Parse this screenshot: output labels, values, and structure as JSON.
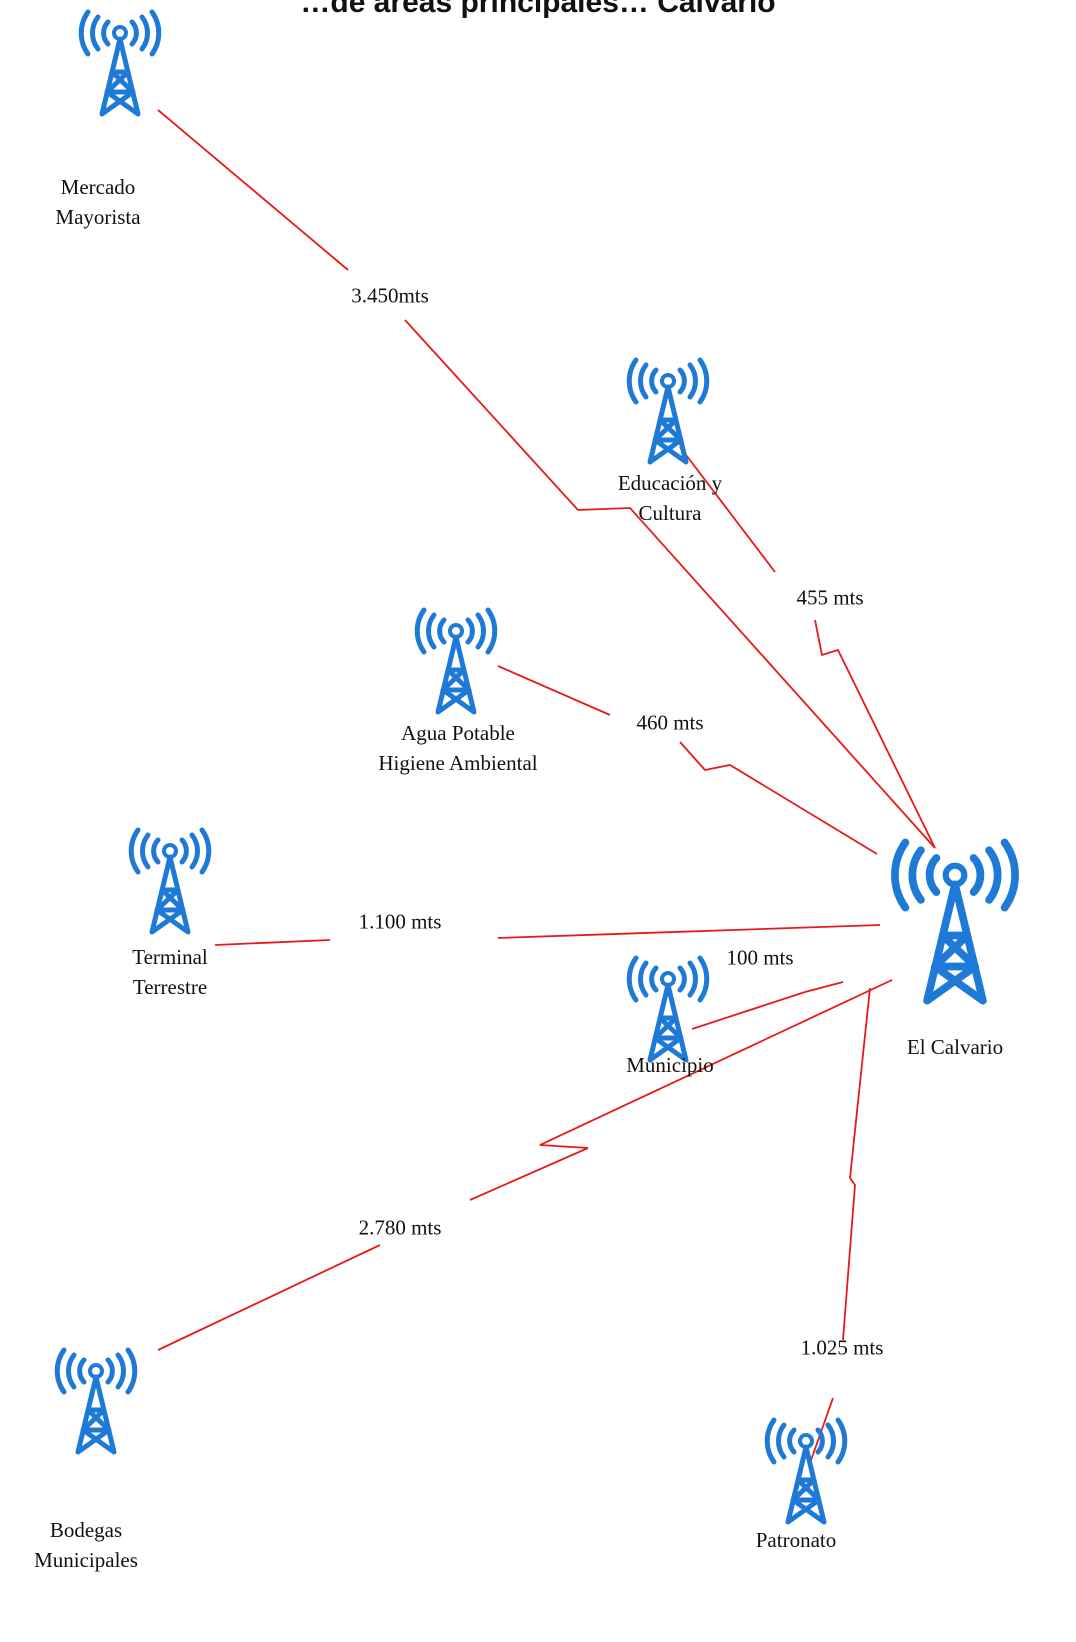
{
  "title": "…de áreas principales… Calvario",
  "accent_color": "#1e7ad6",
  "link_color": "#e8191a",
  "icon": "radio-tower-icon",
  "hub": {
    "name": "El Calvario"
  },
  "nodes": [
    {
      "id": "mercado-mayorista",
      "lines": [
        "Mercado",
        "Mayorista"
      ]
    },
    {
      "id": "educacion-cultura",
      "lines": [
        "Educación y",
        "Cultura"
      ]
    },
    {
      "id": "agua-potable",
      "lines": [
        "Agua Potable",
        "Higiene Ambiental"
      ]
    },
    {
      "id": "terminal-terrestre",
      "lines": [
        "Terminal",
        "Terrestre"
      ]
    },
    {
      "id": "municipio",
      "lines": [
        "Municipio"
      ]
    },
    {
      "id": "bodegas-municipales",
      "lines": [
        "Bodegas",
        "Municipales"
      ]
    },
    {
      "id": "patronato",
      "lines": [
        "Patronato"
      ]
    }
  ],
  "links": [
    {
      "to": "mercado-mayorista",
      "distance": "3.450mts"
    },
    {
      "to": "educacion-cultura",
      "distance": "455 mts"
    },
    {
      "to": "agua-potable",
      "distance": "460 mts"
    },
    {
      "to": "terminal-terrestre",
      "distance": "1.100 mts"
    },
    {
      "to": "municipio",
      "distance": "100 mts"
    },
    {
      "to": "bodegas-municipales",
      "distance": "2.780 mts"
    },
    {
      "to": "patronato",
      "distance": "1.025 mts"
    }
  ]
}
